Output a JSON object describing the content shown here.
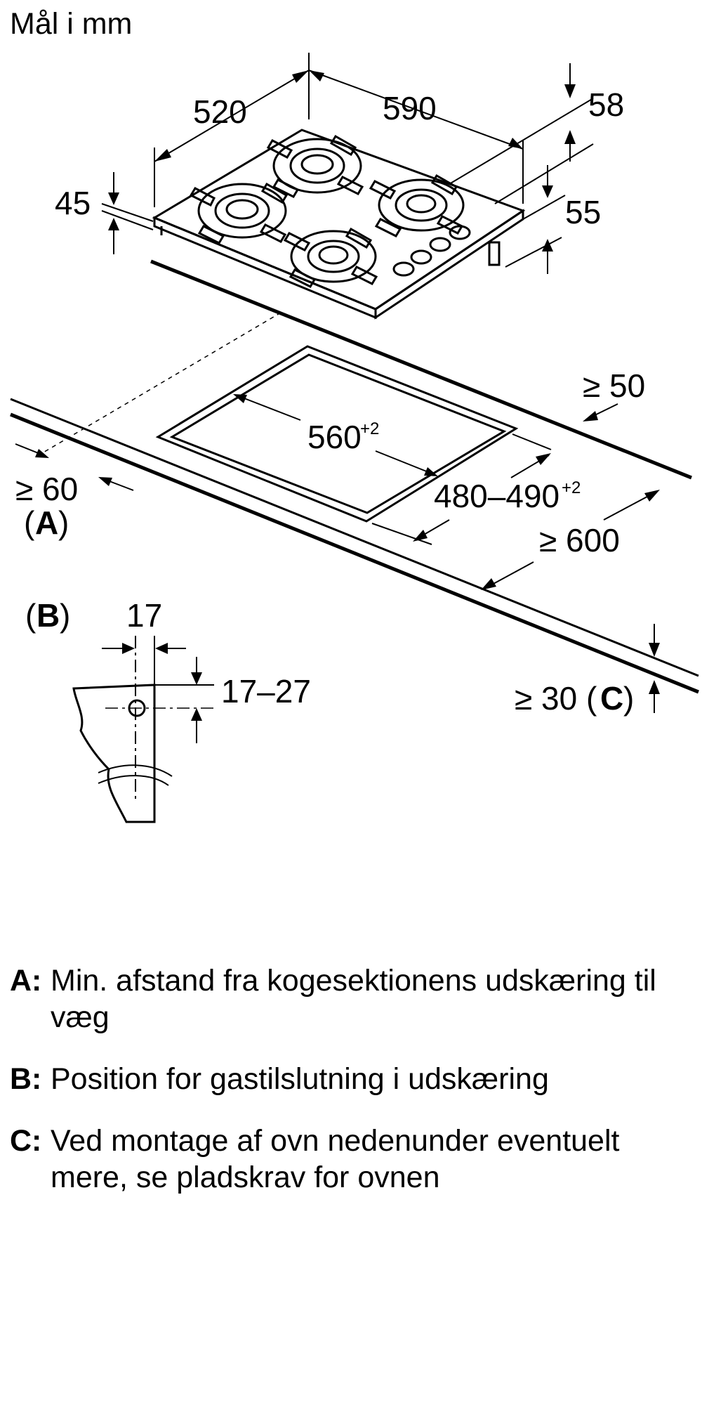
{
  "title": "Mål i mm",
  "dimensions": {
    "width_520": "520",
    "depth_590": "590",
    "height_58": "58",
    "height_45": "45",
    "height_55": "55",
    "clearance_50": "≥ 50",
    "cutout_560": "560",
    "cutout_560_tol": "+2",
    "cutout_480_490": "480–490",
    "cutout_480_490_tol": "+2",
    "clearance_60": "≥ 60",
    "depth_600": "≥ 600",
    "gas_17": "17",
    "gas_17_27": "17–27",
    "clearance_30": "≥ 30 ("
  },
  "labels": {
    "A": "A",
    "B": "B",
    "C": "C",
    "open": "(",
    "close": ")"
  },
  "legend": [
    {
      "key": "A:",
      "text": "Min. afstand fra kogesektionens udskæring til væg"
    },
    {
      "key": "B:",
      "text": "Position for gastilslutning i udskæring"
    },
    {
      "key": "C:",
      "text": "Ved montage af ovn nedenunder eventuelt mere, se pladskrav for ovnen"
    }
  ]
}
